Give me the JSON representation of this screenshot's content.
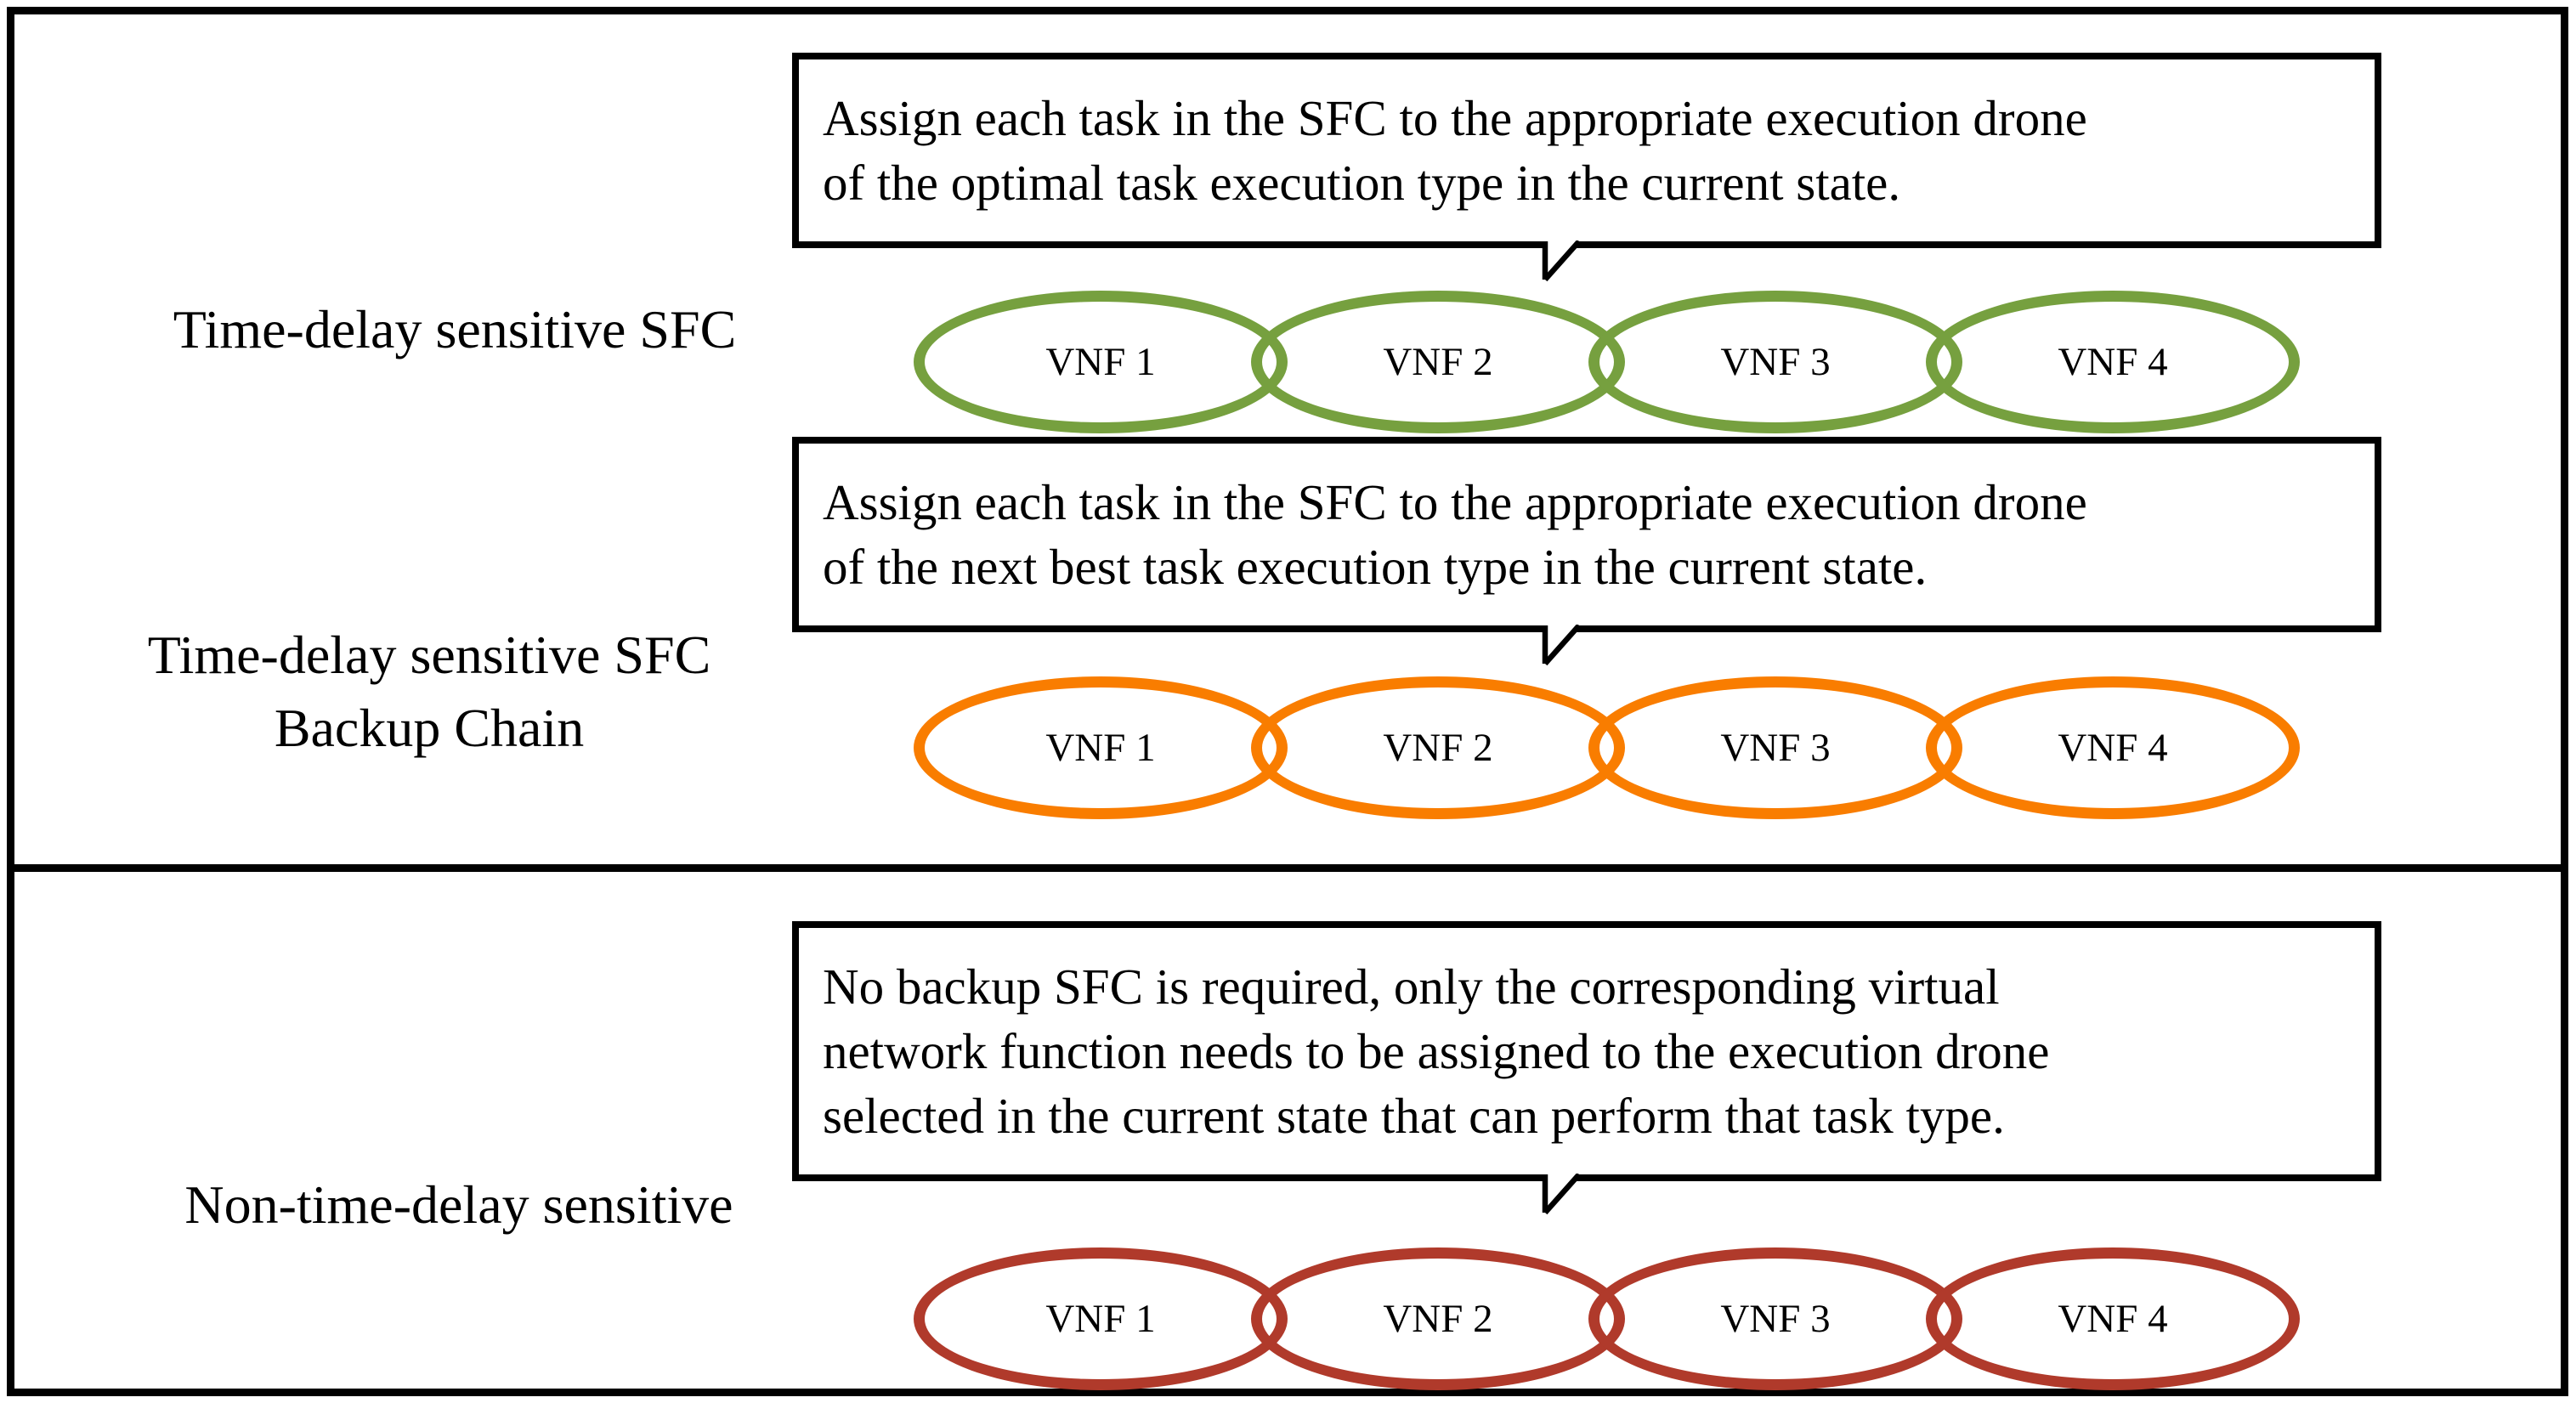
{
  "colors": {
    "frame": "#000000",
    "background": "#FFFFFF",
    "text": "#000000",
    "green_chain": "#76A03F",
    "orange_chain": "#F97D00",
    "dark_red_chain": "#B03A2B"
  },
  "rows": [
    {
      "section": "time-delay-sensitive-sfc",
      "label_lines": [
        "Time-delay sensitive SFC"
      ],
      "callout_lines": [
        "Assign each task in the SFC to the appropriate execution drone",
        "of the optimal task execution type in the current state."
      ],
      "chain_color": "#76A03F",
      "vnfs": [
        "VNF 1",
        "VNF 2",
        "VNF 3",
        "VNF 4"
      ]
    },
    {
      "section": "time-delay-sensitive-sfc-backup-chain",
      "label_lines": [
        "Time-delay sensitive SFC",
        "Backup Chain"
      ],
      "callout_lines": [
        "Assign each task in the SFC to the appropriate execution drone",
        "of the next best task execution type in the current state."
      ],
      "chain_color": "#F97D00",
      "vnfs": [
        "VNF 1",
        "VNF 2",
        "VNF 3",
        "VNF 4"
      ]
    },
    {
      "section": "non-time-delay-sensitive",
      "label_lines": [
        "Non-time-delay sensitive"
      ],
      "callout_lines": [
        "No backup SFC is required, only the corresponding virtual",
        "network function needs to be assigned to the execution drone",
        "selected in the current state that can perform that task type."
      ],
      "chain_color": "#B03A2B",
      "vnfs": [
        "VNF 1",
        "VNF 2",
        "VNF 3",
        "VNF 4"
      ]
    }
  ]
}
